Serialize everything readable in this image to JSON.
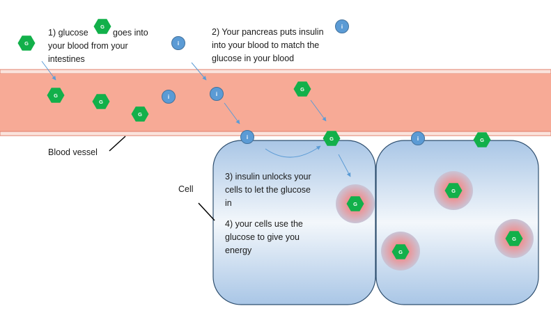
{
  "colors": {
    "vessel_fill": "#f7aa96",
    "vessel_border": "#e2806c",
    "glucose": "#12b04a",
    "insulin": "#5b9bd5",
    "cell_border": "#2f4f6f",
    "arrow": "#5b9bd5",
    "glow": "#e79a9a"
  },
  "icons": {
    "glucose": "hexagon-glucose-icon",
    "insulin": "circle-insulin-icon"
  },
  "symbols": {
    "glucose": "G",
    "insulin": "i"
  },
  "labels": {
    "step1_a": "1) glucose",
    "step1_b": "goes into\nyour blood from your\nintestines",
    "step2": "2) Your pancreas puts insulin\ninto your blood to match the\nglucose in your blood",
    "step3": "3) insulin unlocks your\ncells to let the glucose\nin",
    "step4": "4) your cells use the\nglucose to give you\nenergy",
    "blood_vessel": "Blood vessel",
    "cell": "Cell"
  }
}
